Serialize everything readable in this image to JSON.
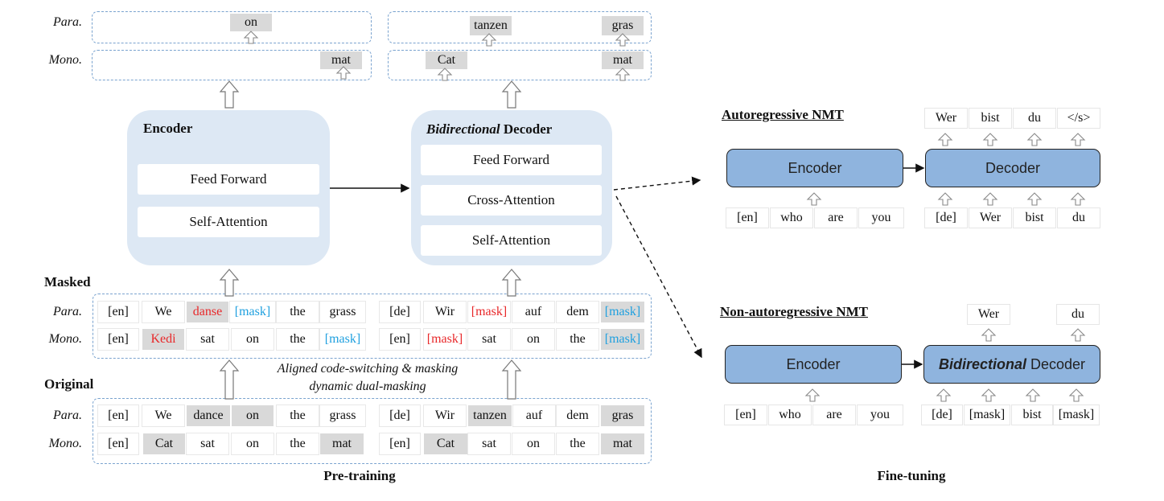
{
  "pretraining": {
    "caption": "Pre-training",
    "row_labels": {
      "para": "Para.",
      "mono": "Mono."
    },
    "output_para": [
      "on",
      "tanzen",
      "gras"
    ],
    "output_mono": [
      "mat",
      "Cat",
      "mat"
    ],
    "encoder": {
      "title": "Encoder",
      "layers": [
        "Feed Forward",
        "Self-Attention"
      ]
    },
    "decoder": {
      "title_italic": "Bidirectional",
      "title_rest": "Decoder",
      "layers": [
        "Feed Forward",
        "Cross-Attention",
        "Self-Attention"
      ]
    },
    "masked": {
      "label": "Masked",
      "para": [
        "[en]",
        "We",
        "danse",
        "[mask]",
        "the",
        "grass",
        "[de]",
        "Wir",
        "[mask]",
        "auf",
        "dem",
        "[mask]"
      ],
      "mono": [
        "[en]",
        "Kedi",
        "sat",
        "on",
        "the",
        "[mask]",
        "[en]",
        "[mask]",
        "sat",
        "on",
        "the",
        "[mask]"
      ]
    },
    "middle_note": {
      "line1": "Aligned code-switching & masking",
      "line2": "dynamic dual-masking"
    },
    "original": {
      "label": "Original",
      "para": [
        "[en]",
        "We",
        "dance",
        "on",
        "the",
        "grass",
        "[de]",
        "Wir",
        "tanzen",
        "auf",
        "dem",
        "gras"
      ],
      "mono": [
        "[en]",
        "Cat",
        "sat",
        "on",
        "the",
        "mat",
        "[en]",
        "Cat",
        "sat",
        "on",
        "the",
        "mat"
      ]
    }
  },
  "finetuning": {
    "caption": "Fine-tuning",
    "autoregressive": {
      "title": "Autoregressive NMT",
      "encoder_label": "Encoder",
      "decoder_label": "Decoder",
      "outputs": [
        "Wer",
        "bist",
        "du",
        "</s>"
      ],
      "source": [
        "[en]",
        "who",
        "are",
        "you"
      ],
      "target_in": [
        "[de]",
        "Wer",
        "bist",
        "du"
      ]
    },
    "nonautoregressive": {
      "title": "Non-autoregressive NMT",
      "encoder_label": "Encoder",
      "decoder_italic": "Bidirectional",
      "decoder_rest": "Decoder",
      "outputs": [
        "Wer",
        "du"
      ],
      "source": [
        "[en]",
        "who",
        "are",
        "you"
      ],
      "target_in": [
        "[de]",
        "[mask]",
        "bist",
        "[mask]"
      ]
    }
  },
  "colors": {
    "box_fill": "#dde8f4",
    "blue_box": "#8fb4de",
    "mask_blue": "#1fa0df",
    "switch_red": "#e8282a",
    "dash_border": "#7aa3cf",
    "token_gray": "#d9d9d9"
  }
}
